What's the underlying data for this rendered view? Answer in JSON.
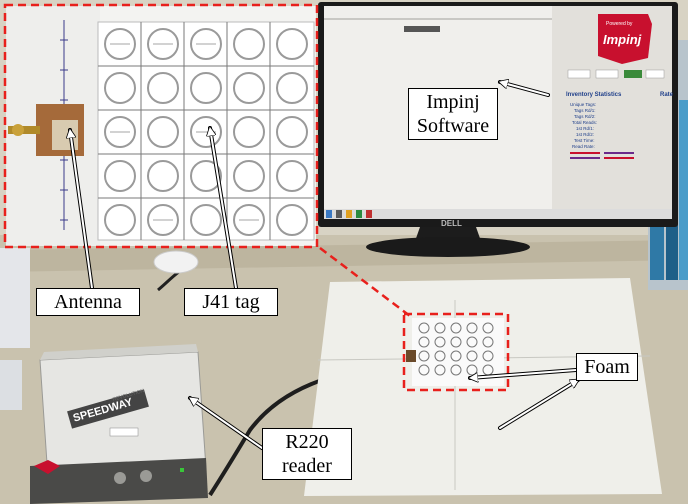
{
  "callouts": {
    "impinj_software": [
      "Impinj",
      "Software"
    ],
    "antenna": "Antenna",
    "tag": "J41 tag",
    "foam": "Foam",
    "reader": [
      "R220",
      "reader"
    ]
  },
  "device_text": {
    "reader_brand": "SPEEDWAY",
    "reader_sub": "REVOLUTION",
    "software_brand": "Impinj",
    "software_powered": "Powered by",
    "software_panel_title": "Inventory Statistics",
    "software_panel_rate": "Rate",
    "software_stats": [
      "Unique Tags:",
      "Tags Rd/1:",
      "Tags Rd/2:",
      "Total Reads:",
      "1st Rd/1:",
      "1st Rd/2:",
      "Test Time:",
      "Read Rate:"
    ],
    "monitor_brand": "DELL"
  },
  "colors": {
    "dashed_box": "#e8201c",
    "wall": "#d8d3c4",
    "desk": "#c9c2ae",
    "foam": "#efefea",
    "reader_body": "#e6e6e3",
    "screen": "#e9e7e3",
    "impinj_red": "#c8102e"
  }
}
